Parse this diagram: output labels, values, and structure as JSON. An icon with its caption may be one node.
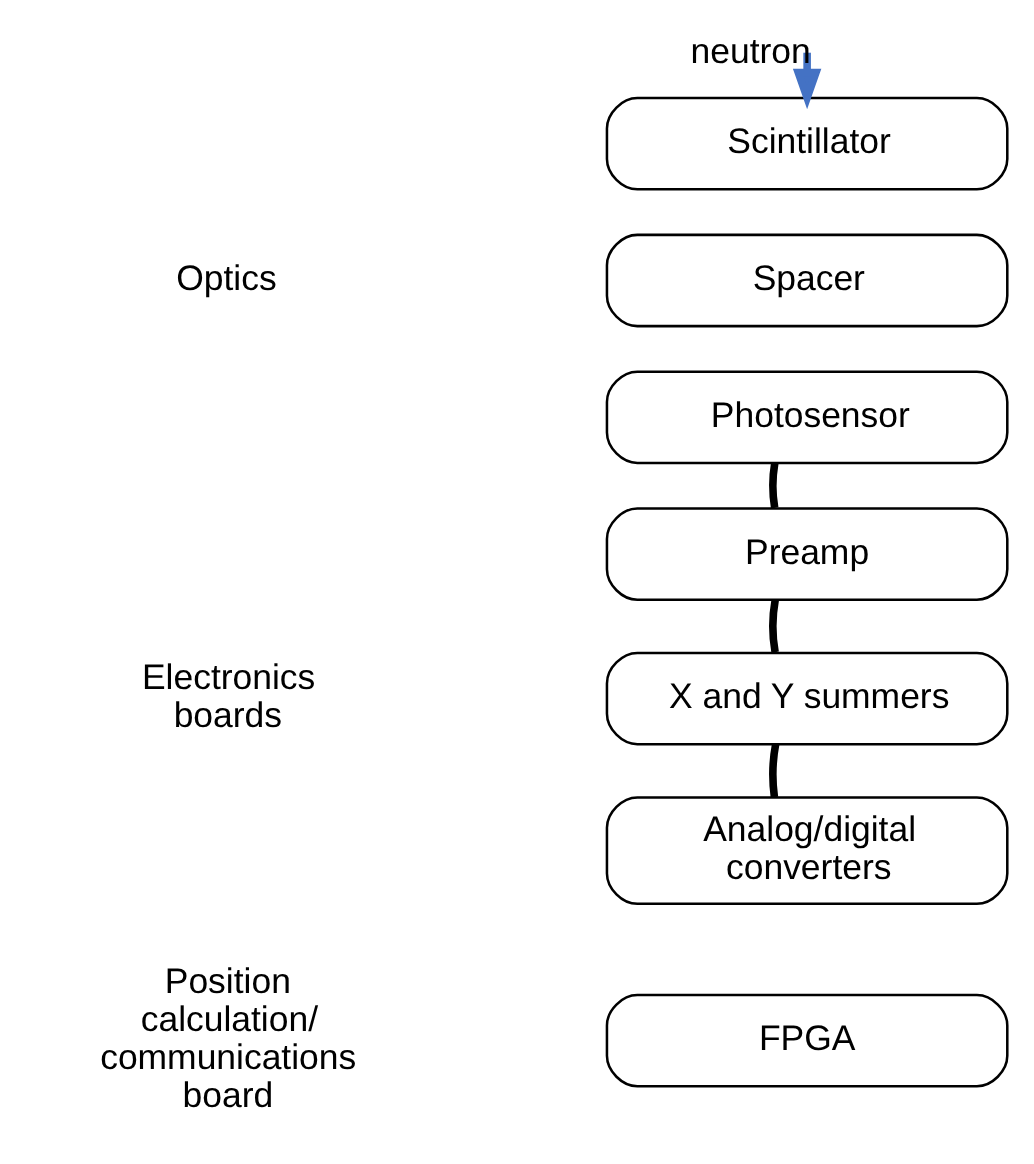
{
  "diagram": {
    "nodes": [
      {
        "text": [
          "Scintillator"
        ]
      },
      {
        "text": [
          "Spacer"
        ]
      },
      {
        "text": [
          "Photosensor"
        ]
      },
      {
        "text": [
          "Preamp"
        ]
      },
      {
        "text": [
          "X and Y summers"
        ]
      },
      {
        "text": [
          "Analog/digital converters"
        ]
      },
      {
        "text": [
          "FPGA"
        ]
      }
    ],
    "edges": [
      {
        "from": null,
        "to": 0,
        "arrow": "to",
        "label": "neutron",
        "color": "#4472c4"
      },
      {
        "from": 2,
        "to": 3,
        "arrow": "none"
      },
      {
        "from": 3,
        "to": 4,
        "arrow": "none"
      },
      {
        "from": 4,
        "to": 5,
        "arrow": "none"
      }
    ],
    "labels": [
      "Optics",
      "Electronics boards",
      "Position calculation/ communications board"
    ]
  }
}
